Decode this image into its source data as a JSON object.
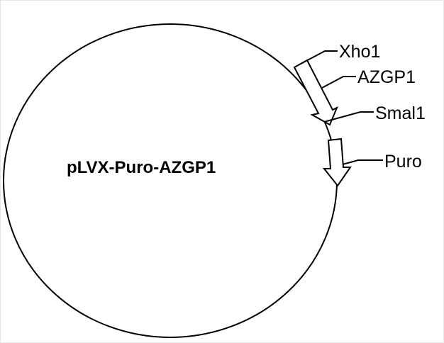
{
  "plasmid": {
    "name": "pLVX-Puro-AZGP1"
  },
  "features": {
    "xho1": "Xho1",
    "azgp1": "AZGP1",
    "smal1": "Smal1",
    "puro": "Puro"
  },
  "colors": {
    "line": "#000000",
    "background": "#ffffff",
    "frame": "#e6e6e6"
  }
}
